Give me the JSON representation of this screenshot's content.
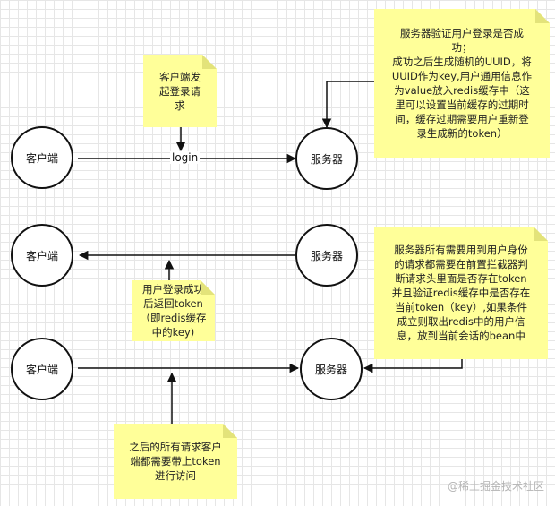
{
  "nodes": {
    "client_1": "客户端",
    "server_1": "服务器",
    "client_2": "客户端",
    "server_2": "服务器",
    "client_3": "客户端",
    "server_3": "服务器"
  },
  "edges": {
    "login_label": "login"
  },
  "notes": {
    "client_login": "客户端发\n起登录请\n求",
    "server_verify": "服务器验证用户登录是否成\n功；\n成功之后生成随机的UUID，将\nUUID作为key,用户通用信息作\n为value放入redis缓存中（这\n里可以设置当前缓存的过期时\n间，缓存过期需要用户重新登\n录生成新的token）",
    "return_token": "用户登录成功\n后返回token\n（即redis缓存\n中的key)",
    "server_interceptor": "服务器所有需要用到用户身份\n的请求都需要在前置拦截器判\n断请求头里面是否存在token\n并且验证redis缓存中是否存在\n当前token（key）,如果条件\n成立则取出redis中的用户信\n息，放到当前会话的bean中",
    "carry_token": "之后的所有请求客户\n端都需要带上token\n进行访问"
  },
  "watermark": "@稀土掘金技术社区",
  "colors": {
    "note_fill": "#ffff99",
    "stroke": "#111111"
  }
}
